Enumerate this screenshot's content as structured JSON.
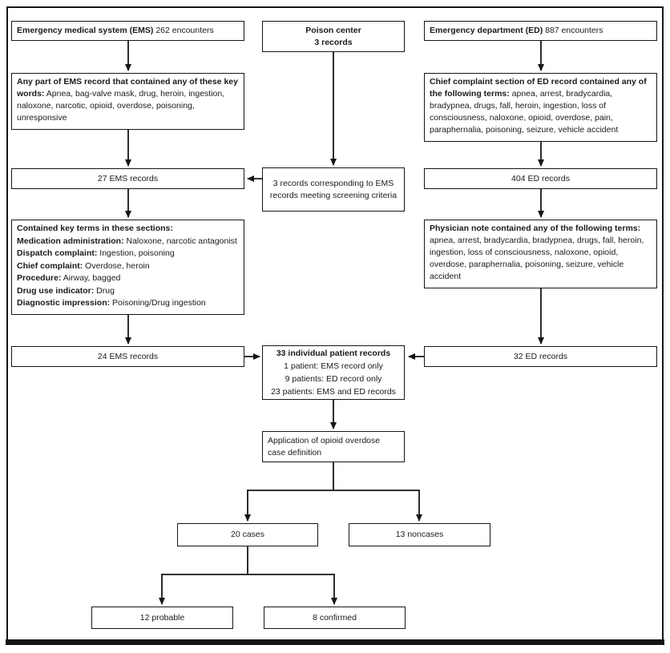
{
  "diagram": {
    "ems_encounters": {
      "bold": "Emergency medical system (EMS)",
      "rest": " 262 encounters"
    },
    "poison_center": {
      "line1": "Poison center",
      "line2": "3 records"
    },
    "ed_encounters": {
      "bold": "Emergency department (ED)",
      "rest": " 887 encounters"
    },
    "ems_screen": {
      "bold": "Any part of EMS record that contained any of these key words:",
      "rest": " Apnea, bag-valve mask, drug, heroin, ingestion, naloxone, narcotic, opioid, overdose, poisoning, unresponsive"
    },
    "ed_screen": {
      "bold": "Chief complaint section of ED record contained any of the following terms:",
      "rest": " apnea, arrest, bradycardia, bradypnea, drugs, fall, heroin, ingestion, loss of consciousness, naloxone, opioid, overdose, pain, paraphernalia, poisoning, seizure, vehicle accident"
    },
    "ems_records_27": "27 EMS records",
    "poison_match": "3 records corresponding to EMS records meeting screening criteria",
    "ed_records_404": "404 ED records",
    "ems_terms": {
      "heading": "Contained key terms in these sections:",
      "items": [
        {
          "label": "Medication administration:",
          "value": " Naloxone, narcotic antagonist"
        },
        {
          "label": "Dispatch complaint:",
          "value": " Ingestion, poisoning"
        },
        {
          "label": "Chief complaint:",
          "value": " Overdose, heroin"
        },
        {
          "label": "Procedure:",
          "value": " Airway, bagged"
        },
        {
          "label": "Drug use indicator:",
          "value": " Drug"
        },
        {
          "label": "Diagnostic impression:",
          "value": " Poisoning/Drug ingestion"
        }
      ]
    },
    "ed_physician": {
      "bold": "Physician note contained any of the following terms:",
      "rest": " apnea, arrest, bradycardia, bradypnea, drugs, fall, heroin, ingestion, loss of consciousness, naloxone, opioid, overdose, paraphernalia, poisoning, seizure, vehicle accident"
    },
    "ems_records_24": "24 EMS records",
    "patients": {
      "heading": "33 individual patient records",
      "lines": [
        "1 patient: EMS record only",
        "9 patients: ED record only",
        "23 patients: EMS and ED records"
      ]
    },
    "ed_records_32": "32 ED records",
    "case_definition": "Application of opioid overdose case definition",
    "cases": "20 cases",
    "noncases": "13 noncases",
    "probable": "12 probable",
    "confirmed": "8 confirmed",
    "colors": {
      "line": "#161616",
      "box_border": "#161616",
      "background": "#ffffff"
    }
  }
}
